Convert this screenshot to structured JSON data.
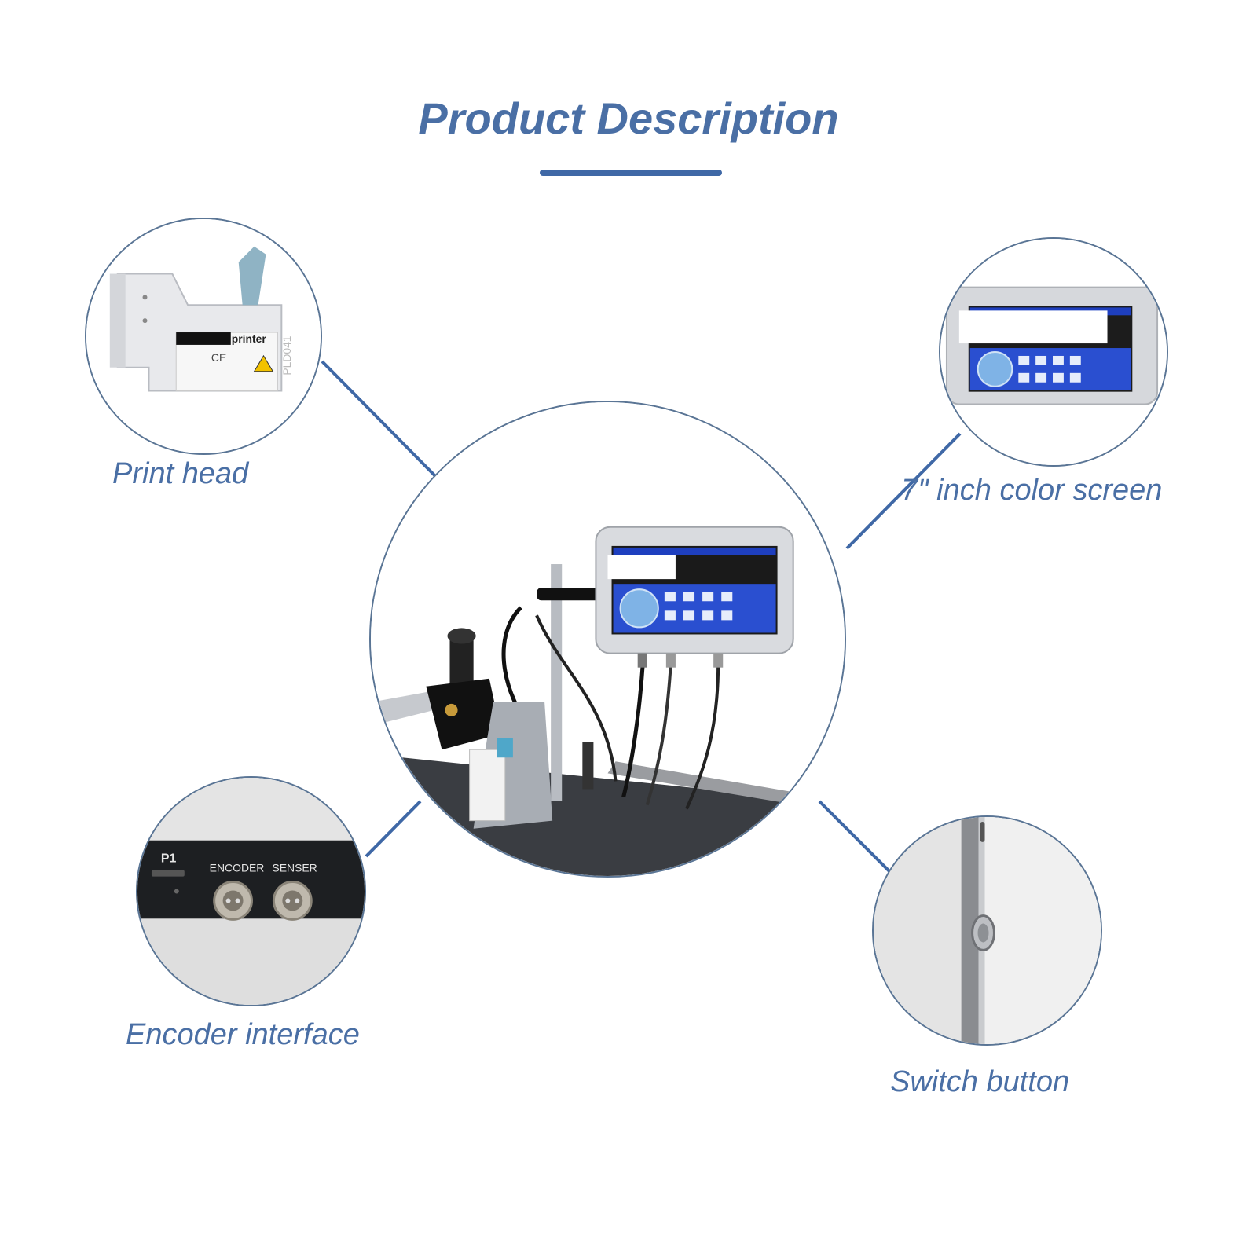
{
  "title": "Product Description",
  "features": [
    {
      "label": "Print head"
    },
    {
      "label": "7\" inch color screen"
    },
    {
      "label": "Encoder interface"
    },
    {
      "label": "Switch button"
    }
  ],
  "printhead_label": {
    "brand": "printer",
    "model": "PLD041"
  },
  "encoder_panel": {
    "port": "P1",
    "encoder": "ENCODER",
    "sensor": "SENSER"
  },
  "colors": {
    "accent": "#4a6fa5",
    "line": "#3f68a6",
    "screen_blue": "#2a4fd0"
  }
}
